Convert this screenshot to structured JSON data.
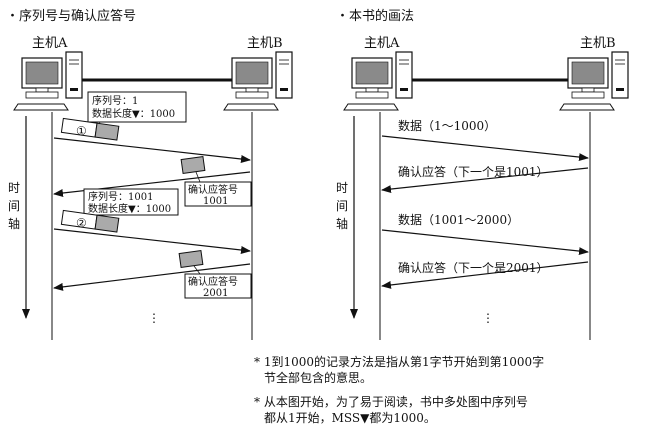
{
  "left_panel": {
    "heading": "・序列号与确认应答号",
    "host_a": "主机A",
    "host_b": "主机B",
    "time_axis": [
      "时",
      "间",
      "轴"
    ],
    "packets": [
      {
        "num": "①",
        "seq_line": "序列号：1",
        "len_line": "数据长度▼：1000"
      },
      {
        "num": "②",
        "seq_line": "序列号：1001",
        "len_line": "数据长度▼：1000"
      }
    ],
    "acks": [
      {
        "title": "确认应答号",
        "value": "1001"
      },
      {
        "title": "确认应答号",
        "value": "2001"
      }
    ],
    "ellipsis": "⋮"
  },
  "right_panel": {
    "heading": "・本书的画法",
    "host_a": "主机A",
    "host_b": "主机B",
    "time_axis": [
      "时",
      "间",
      "轴"
    ],
    "messages": [
      "数据（1～1000）",
      "确认应答（下一个是1001）",
      "数据（1001～2000）",
      "确认应答（下一个是2001）"
    ],
    "ellipsis": "⋮"
  },
  "notes": [
    {
      "bullet": "*",
      "lines": [
        "1到1000的记录方法是指从第1字节开始到第1000字",
        "节全部包含的意思。"
      ]
    },
    {
      "bullet": "*",
      "lines": [
        "从本图开始，为了易于阅读，书中多处图中序列号",
        "都从1开始，MSS▼都为1000。"
      ]
    }
  ]
}
